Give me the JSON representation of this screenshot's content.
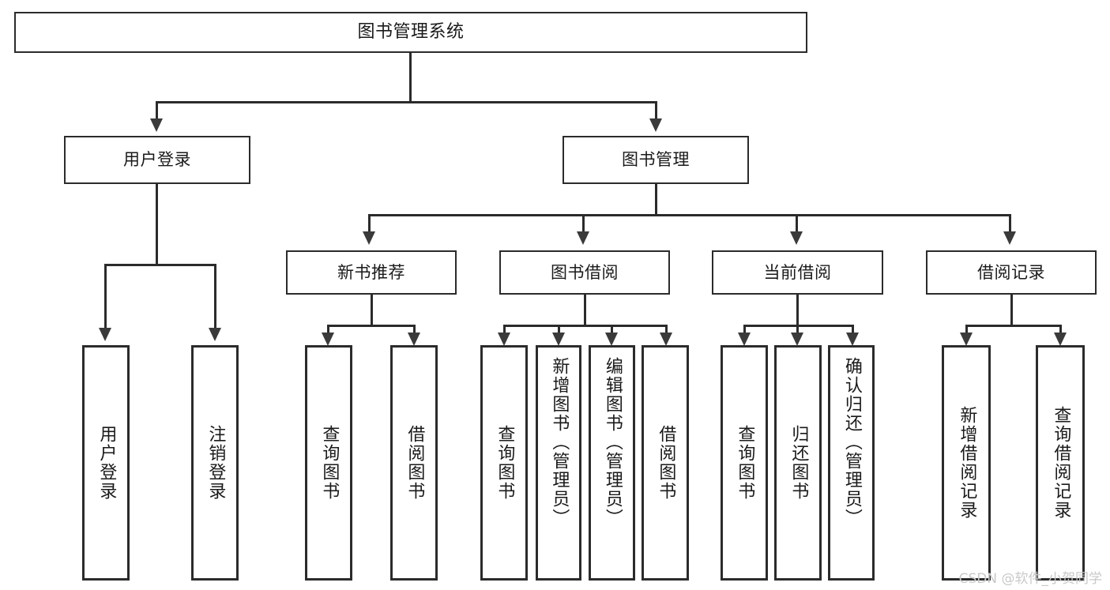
{
  "diagram": {
    "title": "图书管理系统",
    "type": "功能结构图",
    "root": {
      "label": "图书管理系统"
    },
    "level2": [
      {
        "label": "用户登录"
      },
      {
        "label": "图书管理"
      }
    ],
    "level3": [
      {
        "label": "新书推荐"
      },
      {
        "label": "图书借阅"
      },
      {
        "label": "当前借阅"
      },
      {
        "label": "借阅记录"
      }
    ],
    "leaves": {
      "user_login": [
        {
          "label": "用户登录"
        },
        {
          "label": "注销登录"
        }
      ],
      "new_book_recommend": [
        {
          "label": "查询图书"
        },
        {
          "label": "借阅图书"
        }
      ],
      "book_borrow": [
        {
          "label": "查询图书"
        },
        {
          "label": "新增图书（管理员）"
        },
        {
          "label": "编辑图书（管理员）"
        },
        {
          "label": "借阅图书"
        }
      ],
      "current_borrow": [
        {
          "label": "查询图书"
        },
        {
          "label": "归还图书"
        },
        {
          "label": "确认归还（管理员）"
        }
      ],
      "borrow_record": [
        {
          "label": "新增借阅记录"
        },
        {
          "label": "查询借阅记录"
        }
      ]
    }
  },
  "watermark": {
    "text": "CSDN @软件_小贺同学"
  },
  "colors": {
    "border": "#2b2b2b",
    "background": "#ffffff",
    "text": "#1a1a1a",
    "watermark": "#c9c9c9"
  }
}
